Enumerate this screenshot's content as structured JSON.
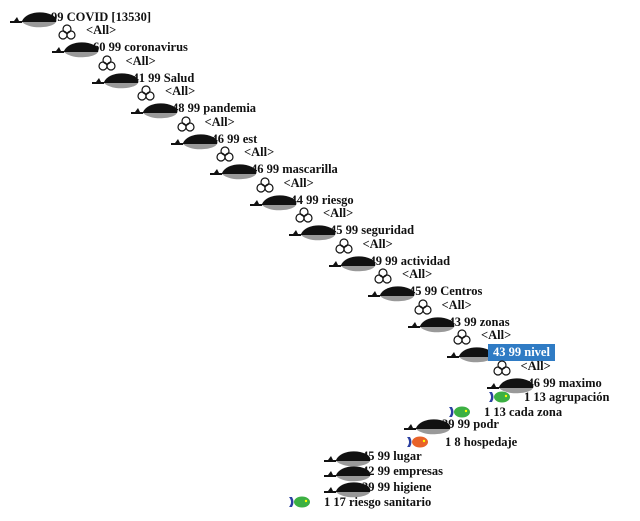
{
  "root": {
    "label": "99 COVID [13530]"
  },
  "all_label": "<All>",
  "chain": [
    {
      "label": "60  99 coronavirus"
    },
    {
      "label": "41  99 Salud"
    },
    {
      "label": "48  99 pandemia"
    },
    {
      "label": "46  99 est"
    },
    {
      "label": "46  99 mascarilla"
    },
    {
      "label": "44  99 riesgo"
    },
    {
      "label": "45  99 seguridad"
    },
    {
      "label": "49  99 actividad"
    },
    {
      "label": "45  99 Centros"
    },
    {
      "label": "43  99 zonas"
    },
    {
      "label": "43  99 nivel",
      "selected": true
    },
    {
      "label": "46  99 maximo"
    }
  ],
  "leaves": [
    {
      "label": "1  13 agrupación",
      "icon": "green-fish"
    },
    {
      "label": "1  13 cada zona",
      "icon": "green-fish"
    },
    {
      "label": "39  99 podr",
      "icon": "whale"
    },
    {
      "label": "1  8 hospedaje",
      "icon": "orange-fish"
    },
    {
      "label": "45  99 lugar",
      "icon": "whale"
    },
    {
      "label": "42  99 empresas",
      "icon": "whale"
    },
    {
      "label": "39  99 higiene",
      "icon": "whale"
    },
    {
      "label": "1  17 riesgo sanitario",
      "icon": "green-fish"
    }
  ],
  "colors": {
    "selected_bg": "#2f7bc4",
    "fish_green": "#3cb043",
    "fish_orange": "#e8632a",
    "fish_tail": "#2b3fa0"
  }
}
